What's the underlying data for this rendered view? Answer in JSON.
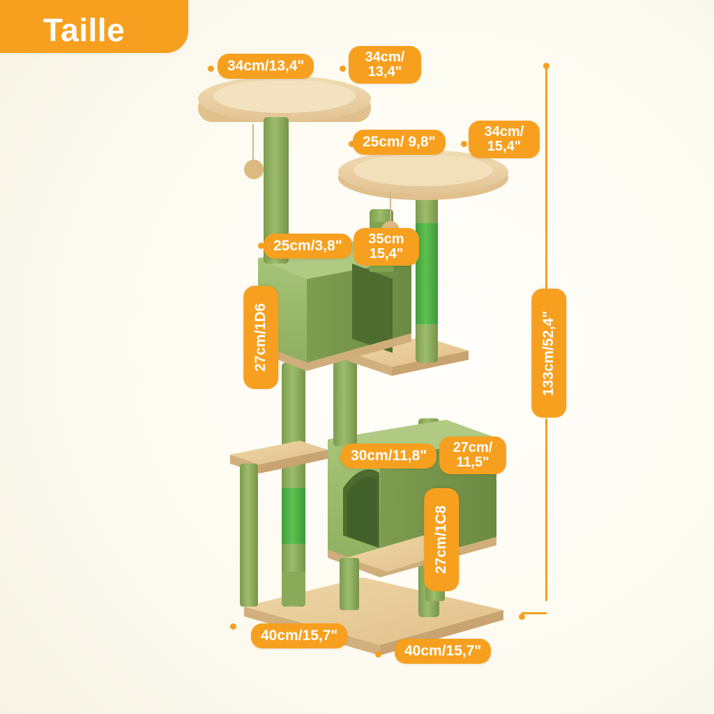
{
  "title": {
    "text": "Taille"
  },
  "colors": {
    "accent": "#f7a01f",
    "background": "#fdfbf2",
    "tree_green_light": "#9cbb6a",
    "tree_green_mid": "#8aa95c",
    "tree_green_dark": "#6f8f46",
    "tree_green_bright": "#56b24a",
    "plush_beige": "#e9cfa0",
    "plush_beige_light": "#f0dcb4",
    "label_text": "#ffffff"
  },
  "product": {
    "name": "cat-tree",
    "icon": "cat-tree-illustration"
  },
  "measurements": [
    {
      "id": "top-platform-width",
      "text": "34cm/13,4\"",
      "orientation": "horizontal"
    },
    {
      "id": "top-platform-depth",
      "text": "34cm/\n13,4\"",
      "orientation": "horizontal"
    },
    {
      "id": "second-platform-width",
      "text": "25cm/ 9,8\"",
      "orientation": "horizontal"
    },
    {
      "id": "second-platform-depth",
      "text": "34cm/\n15,4\"",
      "orientation": "horizontal"
    },
    {
      "id": "upper-condo-width",
      "text": "25cm/3,8\"",
      "orientation": "horizontal"
    },
    {
      "id": "upper-condo-depth",
      "text": "35cm\n15,4\"",
      "orientation": "horizontal"
    },
    {
      "id": "upper-condo-height",
      "text": "27cm/1D6",
      "orientation": "vertical"
    },
    {
      "id": "lower-condo-width",
      "text": "30cm/11,8\"",
      "orientation": "horizontal"
    },
    {
      "id": "lower-condo-depth",
      "text": "27cm/\n11,5\"",
      "orientation": "horizontal"
    },
    {
      "id": "lower-condo-height",
      "text": "27cm/1C8",
      "orientation": "vertical"
    },
    {
      "id": "base-width",
      "text": "40cm/15,7\"",
      "orientation": "horizontal"
    },
    {
      "id": "base-depth",
      "text": "40cm/15,7\"",
      "orientation": "horizontal"
    },
    {
      "id": "total-height",
      "text": "133cm/52,4\"",
      "orientation": "vertical"
    }
  ]
}
